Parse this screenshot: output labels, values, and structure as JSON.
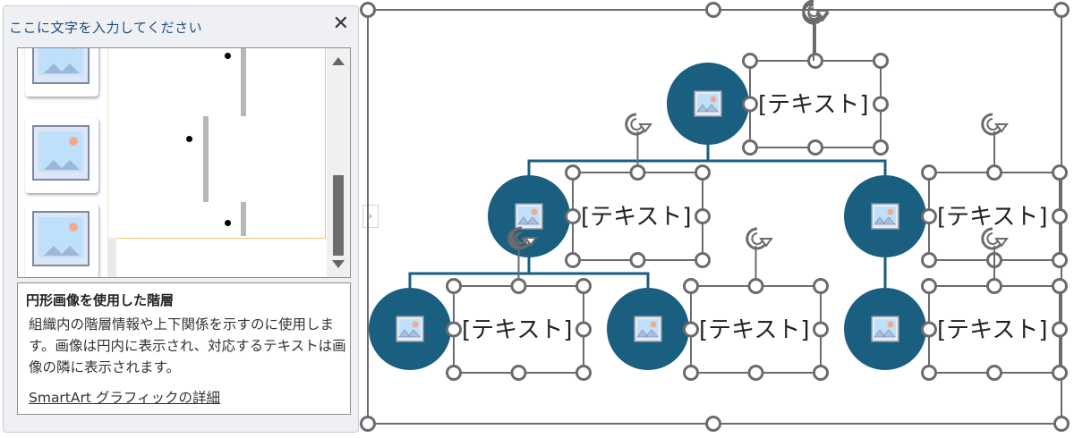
{
  "text_pane": {
    "title": "ここに文字を入力してください",
    "close_icon": "close-icon",
    "collapse_icon": "chevron-right-icon",
    "thumbnails": [
      {
        "icon": "picture-placeholder-icon"
      },
      {
        "icon": "picture-placeholder-icon"
      },
      {
        "icon": "picture-placeholder-icon"
      }
    ],
    "bullets": [
      {
        "level": 1,
        "text": ""
      },
      {
        "level": 2,
        "text": ""
      },
      {
        "level": 1,
        "text": ""
      }
    ],
    "scrollbar": {
      "up_icon": "scroll-up-icon",
      "down_icon": "scroll-down-icon"
    }
  },
  "description": {
    "title": "円形画像を使用した階層",
    "body": "組織内の階層情報や上下関係を示すのに使用します。画像は円内に表示され、対応するテキストは画像の隣に表示されます。",
    "link": "SmartArt グラフィックの詳細"
  },
  "smartart": {
    "accent_color": "#1a5e80",
    "connector_color": "#1a5e80",
    "handle_color": "#6b6b6b",
    "nodes": [
      {
        "id": "root",
        "level": 0,
        "text": "[テキスト]",
        "icon": "picture-placeholder-icon"
      },
      {
        "id": "l1-left",
        "level": 1,
        "text": "[テキスト]",
        "icon": "picture-placeholder-icon"
      },
      {
        "id": "l1-right",
        "level": 1,
        "text": "[テキスト]",
        "icon": "picture-placeholder-icon"
      },
      {
        "id": "l2-a",
        "level": 2,
        "text": "[テキスト]",
        "icon": "picture-placeholder-icon"
      },
      {
        "id": "l2-b",
        "level": 2,
        "text": "[テキスト]",
        "icon": "picture-placeholder-icon"
      },
      {
        "id": "l2-c",
        "level": 2,
        "text": "[テキスト]",
        "icon": "picture-placeholder-icon"
      }
    ]
  }
}
